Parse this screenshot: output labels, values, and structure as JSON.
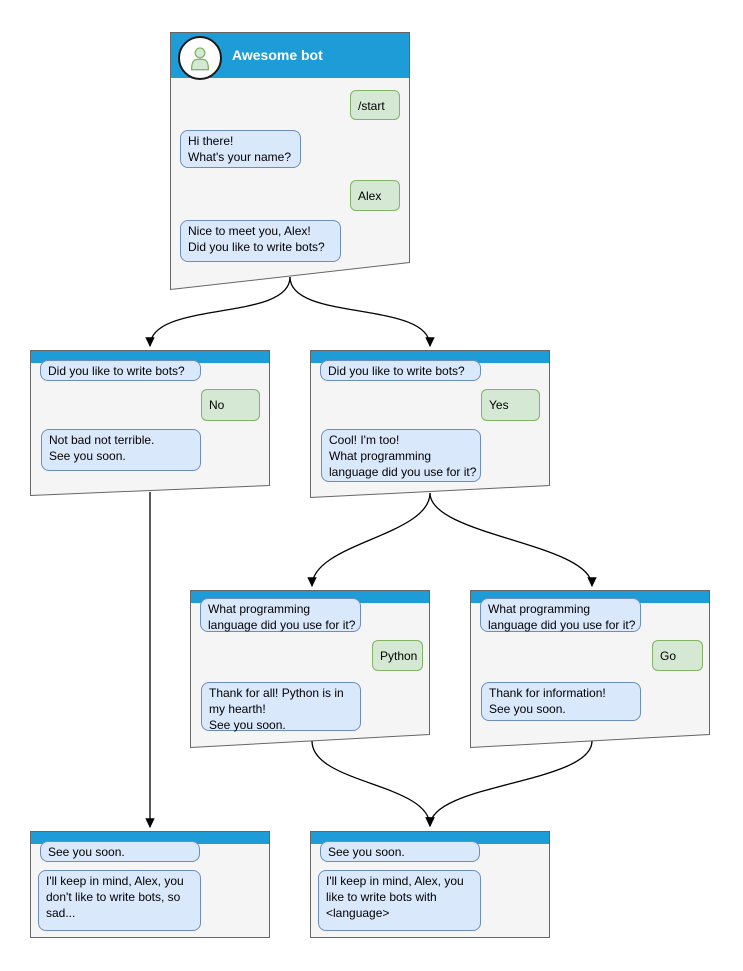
{
  "colors": {
    "titlebar_blue": "#1e9cd7",
    "bot_bubble_fill": "#dae8fc",
    "bot_bubble_border": "#6c8ebf",
    "user_bubble_fill": "#d5e8d4",
    "user_bubble_border": "#82b366",
    "window_fill": "#f5f5f5",
    "window_border": "#666666",
    "connector": "#000000"
  },
  "icons": {
    "avatar": "person-icon"
  },
  "windows": [
    {
      "name": "start",
      "title": "Awesome bot",
      "messages": [
        {
          "from": "user",
          "text": "/start"
        },
        {
          "from": "bot",
          "text": "Hi there!\nWhat's your name?"
        },
        {
          "from": "user",
          "text": "Alex"
        },
        {
          "from": "bot",
          "text": "Nice to meet you, Alex!\nDid you like to write bots?"
        }
      ]
    },
    {
      "name": "branch-no",
      "messages": [
        {
          "from": "bot",
          "text": "Did you like to write bots?"
        },
        {
          "from": "user",
          "text": "No"
        },
        {
          "from": "bot",
          "text": "Not bad not terrible.\nSee you soon."
        }
      ]
    },
    {
      "name": "branch-yes",
      "messages": [
        {
          "from": "bot",
          "text": "Did you like to write bots?"
        },
        {
          "from": "user",
          "text": "Yes"
        },
        {
          "from": "bot",
          "text": "Cool! I'm too!\nWhat programming\nlanguage did you use for it?"
        }
      ]
    },
    {
      "name": "branch-python",
      "messages": [
        {
          "from": "bot",
          "text": "What programming\nlanguage did you use for it?"
        },
        {
          "from": "user",
          "text": "Python"
        },
        {
          "from": "bot",
          "text": "Thank for all! Python is in\nmy hearth!\nSee you soon."
        }
      ]
    },
    {
      "name": "branch-go",
      "messages": [
        {
          "from": "bot",
          "text": "What programming\nlanguage did you use for it?"
        },
        {
          "from": "user",
          "text": "Go"
        },
        {
          "from": "bot",
          "text": "Thank for information!\nSee you soon."
        }
      ]
    },
    {
      "name": "end-no",
      "messages": [
        {
          "from": "bot",
          "text": "See you soon."
        },
        {
          "from": "bot",
          "text": "I'll keep in mind, Alex, you\ndon't like to write bots, so\nsad..."
        }
      ]
    },
    {
      "name": "end-yes",
      "messages": [
        {
          "from": "bot",
          "text": "See you soon."
        },
        {
          "from": "bot",
          "text": "I'll keep in mind, Alex, you\nlike to write bots with\n<language>"
        }
      ]
    }
  ]
}
